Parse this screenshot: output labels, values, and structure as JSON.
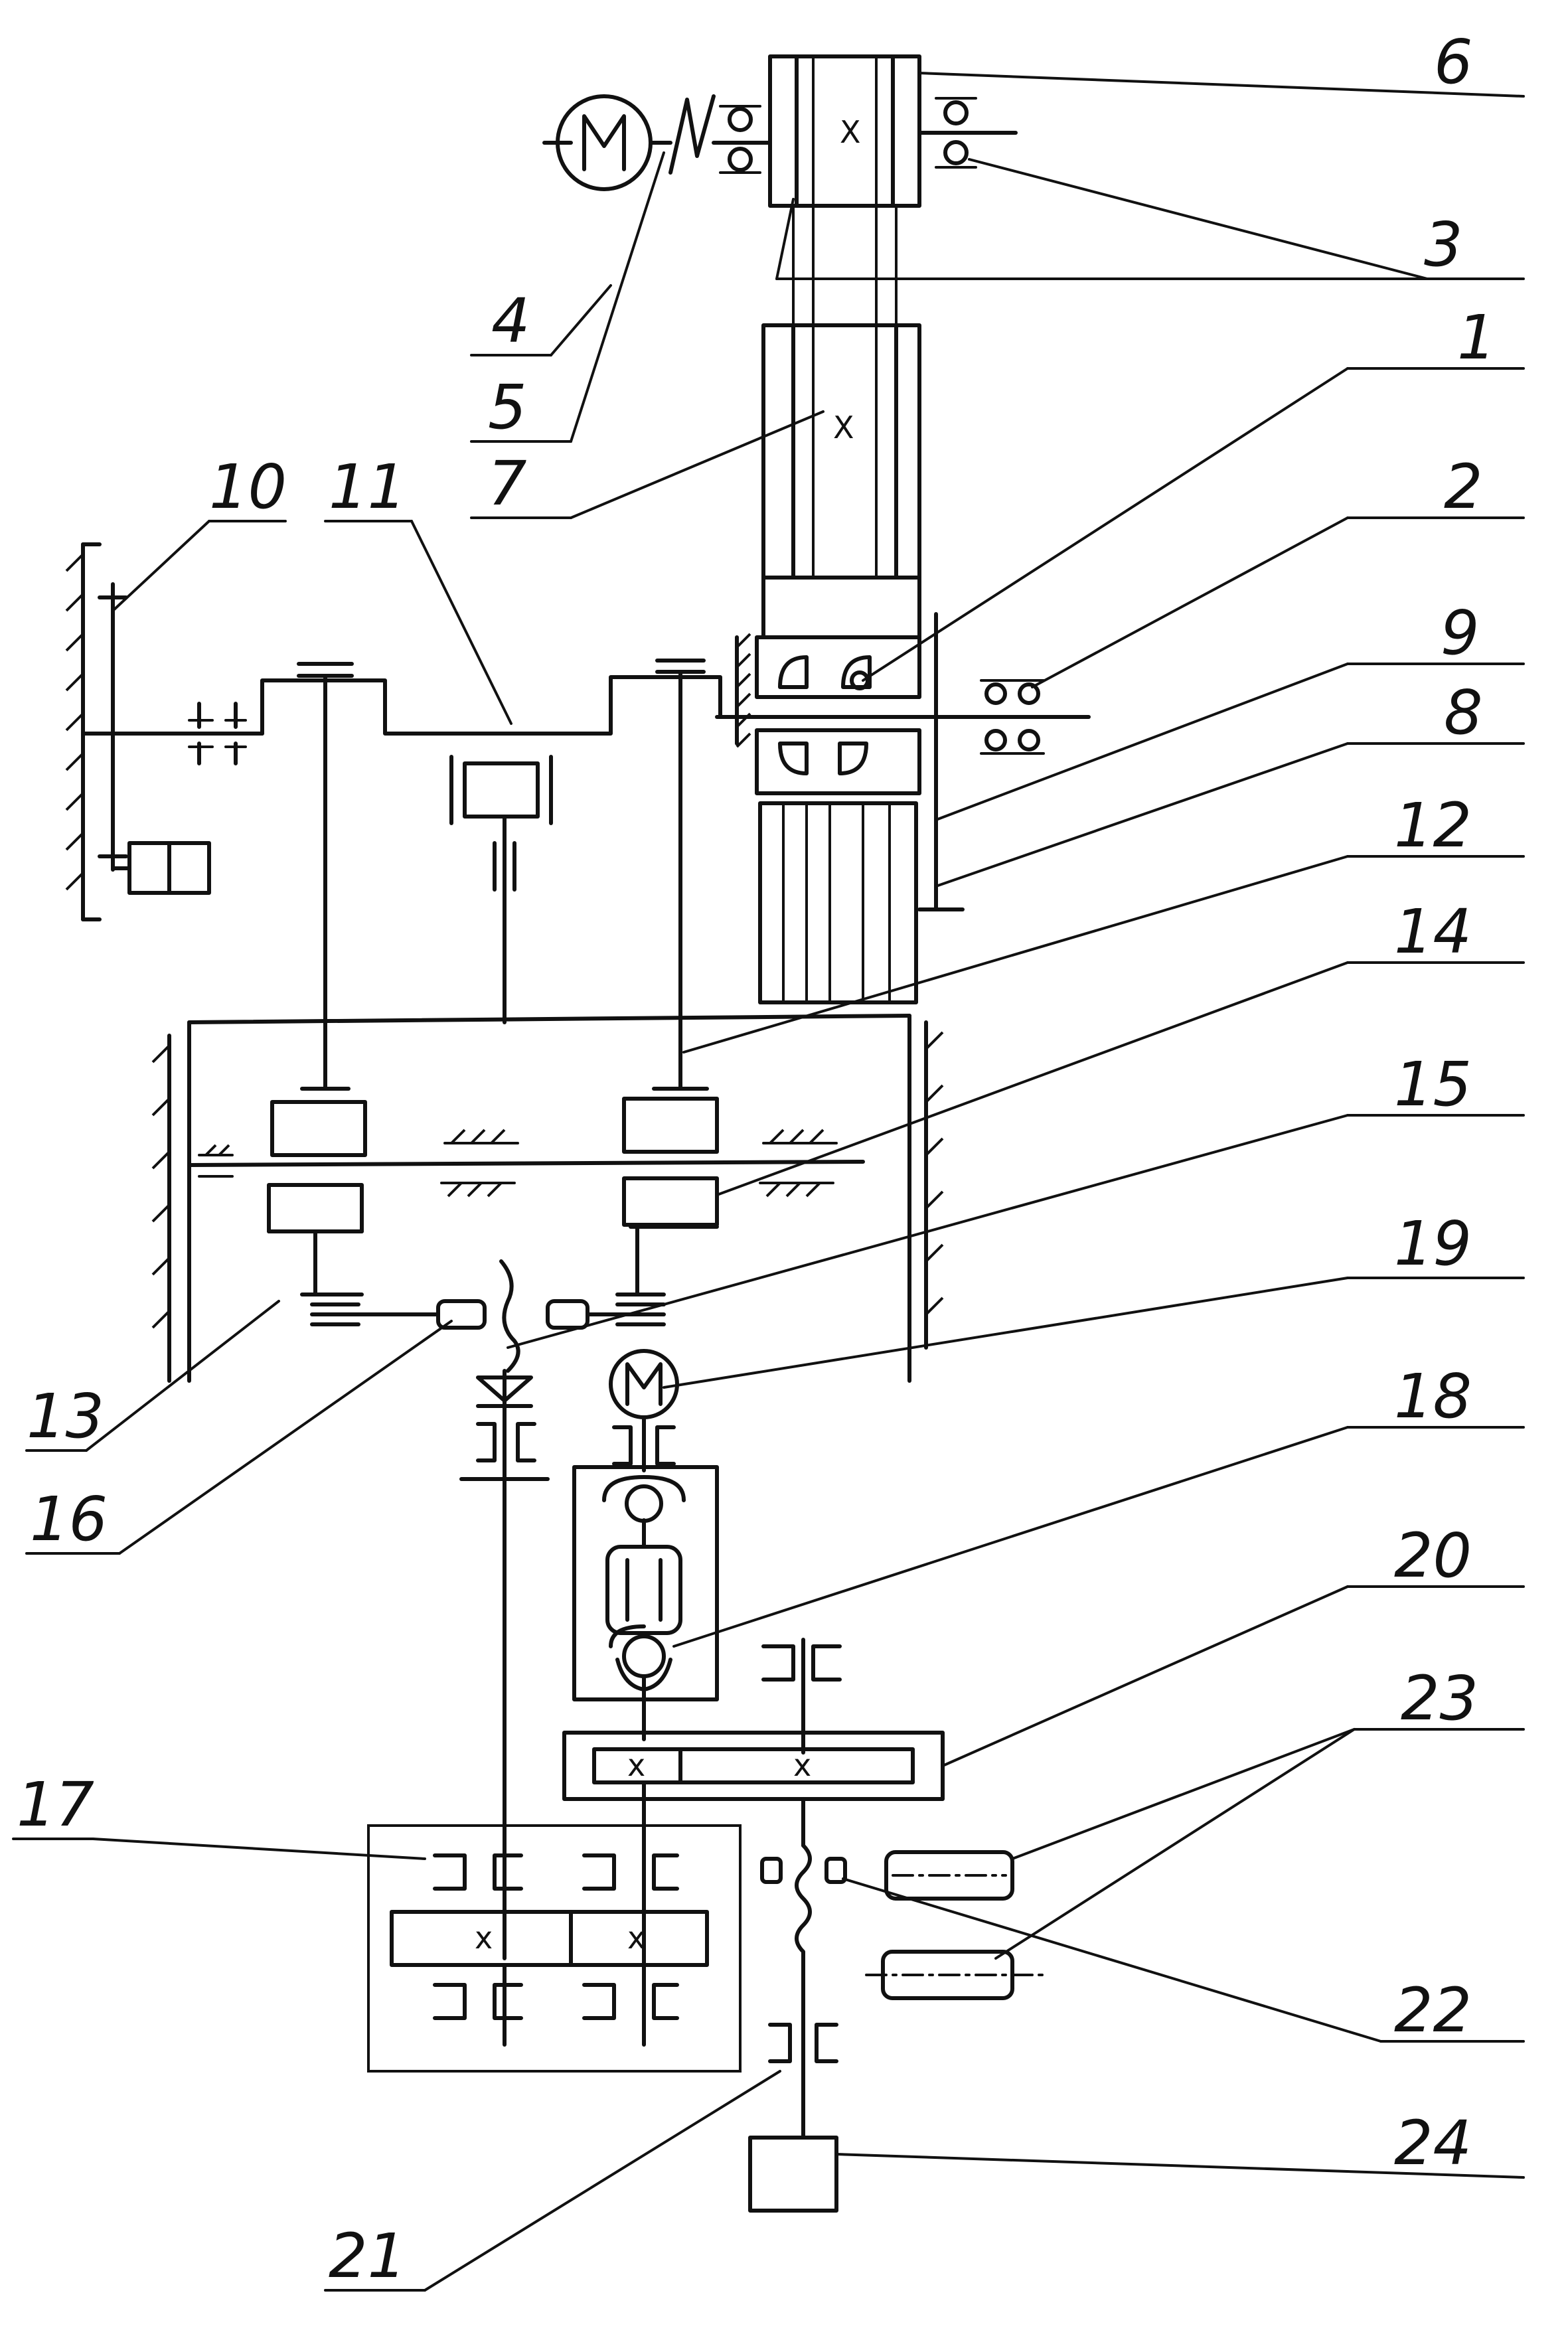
{
  "labels": {
    "l1": "1",
    "l2": "2",
    "l3": "3",
    "l4": "4",
    "l5": "5",
    "l6": "6",
    "l7": "7",
    "l8": "8",
    "l9": "9",
    "l10": "10",
    "l11": "11",
    "l12": "12",
    "l13": "13",
    "l14": "14",
    "l15": "15",
    "l16": "16",
    "l17": "17",
    "l18": "18",
    "l19": "19",
    "l20": "20",
    "l21": "21",
    "l22": "22",
    "l23": "23",
    "l24": "24"
  },
  "symbols": {
    "motor_letter": "M",
    "gear_mark": "x",
    "gear_mark_upper": "X"
  }
}
